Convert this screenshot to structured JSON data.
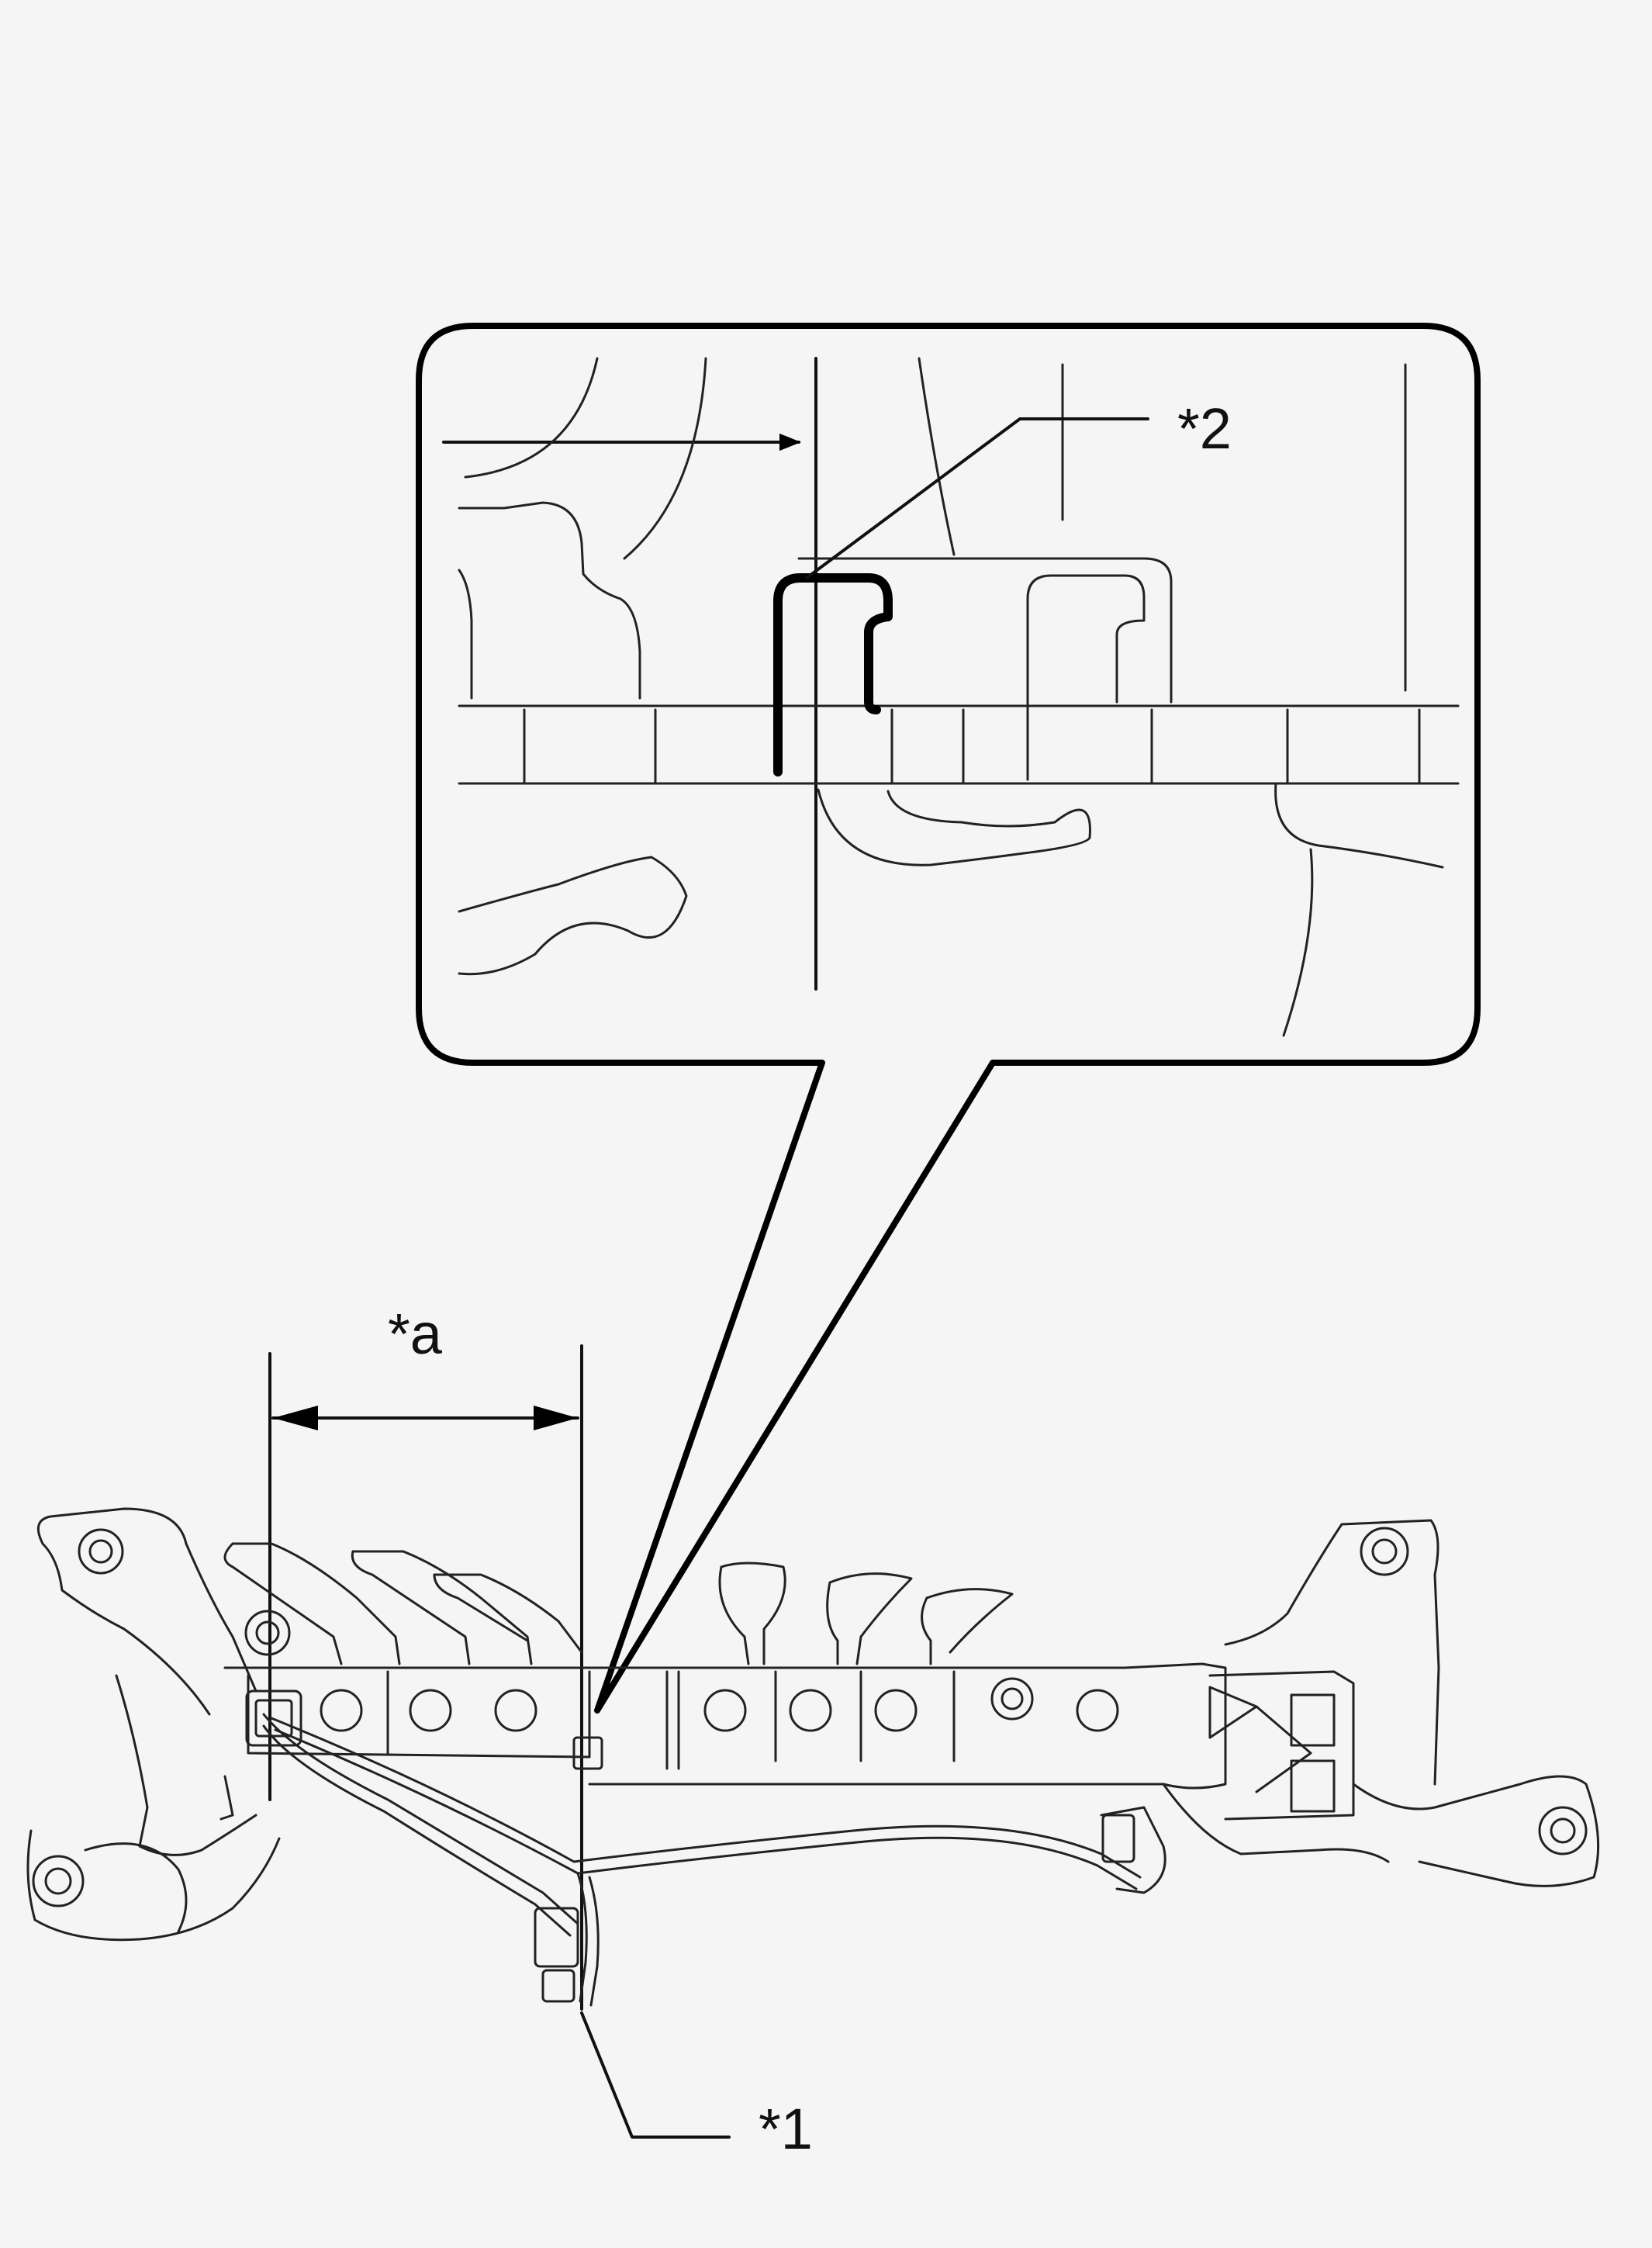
{
  "labels": {
    "part_1": "*1",
    "part_2": "*2",
    "dimension_a": "*a"
  },
  "colors": {
    "background": "#f5f5f5",
    "line": "#111111"
  }
}
